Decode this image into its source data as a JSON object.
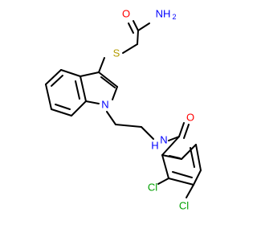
{
  "molecule": {
    "colors": {
      "carbon_bond": "#000000",
      "oxygen": "#ff0000",
      "nitrogen": "#0000ff",
      "sulfur": "#b39b00",
      "chlorine": "#00a000"
    },
    "labels": {
      "amide_oxygen_top": "O",
      "amine_nh2": "NH",
      "amine_nh2_subscript": "2",
      "thioether_s": "S",
      "indole_n": "N",
      "amide_nh": "N",
      "amide_nh_h": "H",
      "amide_oxygen_right": "O",
      "chlorine_ortho": "Cl",
      "chlorine_para": "Cl"
    }
  }
}
